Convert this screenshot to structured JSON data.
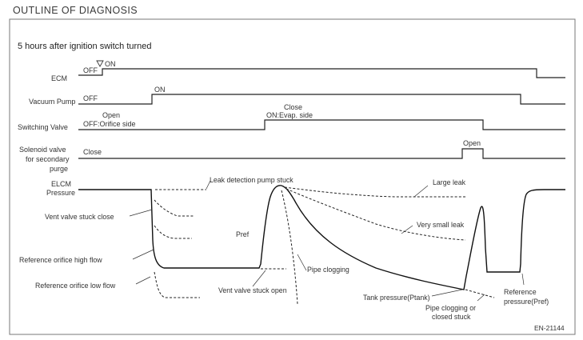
{
  "header": "OUTLINE OF DIAGNOSIS",
  "caption": "5 hours after ignition switch turned",
  "code": "EN-21144",
  "signals": {
    "ecm": {
      "label": "ECM",
      "off": "OFF",
      "on": "ON"
    },
    "vacuum_pump": {
      "label": "Vacuum Pump",
      "off": "OFF",
      "on": "ON"
    },
    "switching_valve": {
      "label": "Switching Valve",
      "open": "Open",
      "off_state": "OFF:Orifice side",
      "close": "Close",
      "on_state": "ON:Evap. side"
    },
    "solenoid_valve": {
      "label_lines": [
        "Solenoid valve",
        "for secondary",
        "purge"
      ],
      "close": "Close",
      "open": "Open"
    },
    "elcm_pressure": {
      "label_lines": [
        "ELCM",
        "Pressure"
      ]
    }
  },
  "annotations": {
    "leak_pump_stuck": "Leak detection pump stuck",
    "vent_stuck_close": "Vent valve stuck close",
    "ref_high": "Reference orifice high flow",
    "ref_low": "Reference orifice low flow",
    "p_ref": "Pref",
    "vent_stuck_open": "Vent valve stuck open",
    "pipe_clogging": "Pipe clogging",
    "large_leak": "Large leak",
    "very_small_leak": "Very small leak",
    "tank_pressure": "Tank pressure(Ptank)",
    "pipe_clog_closed": [
      "Pipe clogging or",
      "closed stuck"
    ],
    "reference_pressure": [
      "Reference",
      "pressure(Pref)"
    ]
  },
  "icons": {
    "on_marker": "triangle-down-icon"
  }
}
